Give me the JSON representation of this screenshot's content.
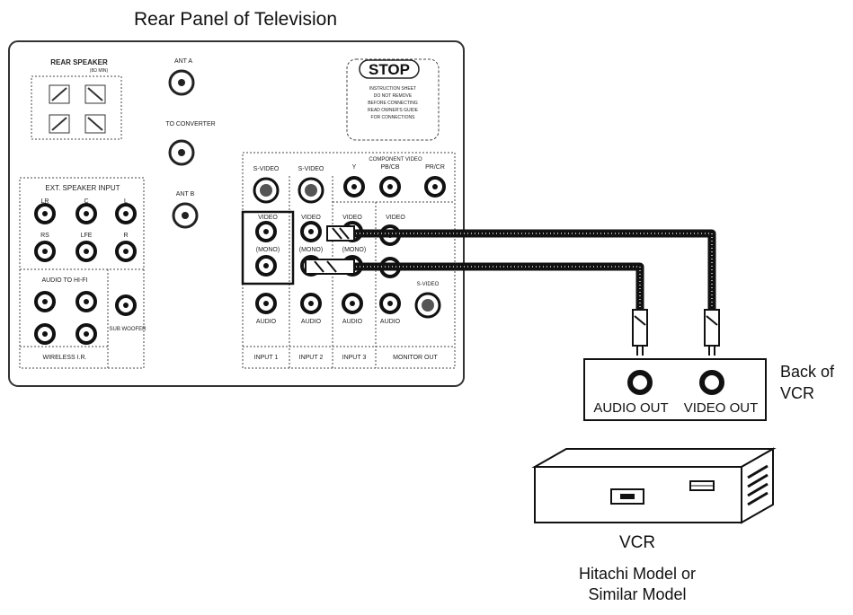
{
  "title": "Rear Panel of Television",
  "panel": {
    "rear_speaker": "REAR SPEAKER",
    "rear_speaker_sub": "(8Ω MIN)",
    "ant_a": "ANT A",
    "to_converter": "TO CONVERTER",
    "ant_b": "ANT B",
    "stop_badge": "STOP",
    "stop_note_lines": [
      "INSTRUCTION SHEET",
      "DO NOT REMOVE",
      "BEFORE CONNECTING",
      "READ OWNER'S GUIDE",
      "FOR CONNECTIONS"
    ],
    "ext_input": "EXT. SPEAKER INPUT",
    "ext_labels_row1": [
      "LR",
      "C",
      "L"
    ],
    "ext_labels_row2": [
      "RS",
      "LFE",
      "R"
    ],
    "audio_to_hifi": "AUDIO TO HI-FI",
    "sub_woofer": "SUB WOOFER",
    "wireless_ir": "WIRELESS I.R.",
    "component_video": "COMPONENT VIDEO",
    "comp_labels": [
      "Y",
      "PB/CB",
      "PR/CR"
    ],
    "input_labels": [
      "INPUT 1",
      "INPUT 2",
      "INPUT 3",
      "MONITOR OUT"
    ],
    "svideo": "S-VIDEO",
    "video": "VIDEO",
    "mono": "(MONO)",
    "audio": "AUDIO"
  },
  "vcr_back": {
    "audio_out": "AUDIO OUT",
    "video_out": "VIDEO OUT",
    "label_line1": "Back of",
    "label_line2": "VCR"
  },
  "vcr": {
    "label": "VCR",
    "caption_line1": "Hitachi Model or",
    "caption_line2": "Similar Model"
  }
}
